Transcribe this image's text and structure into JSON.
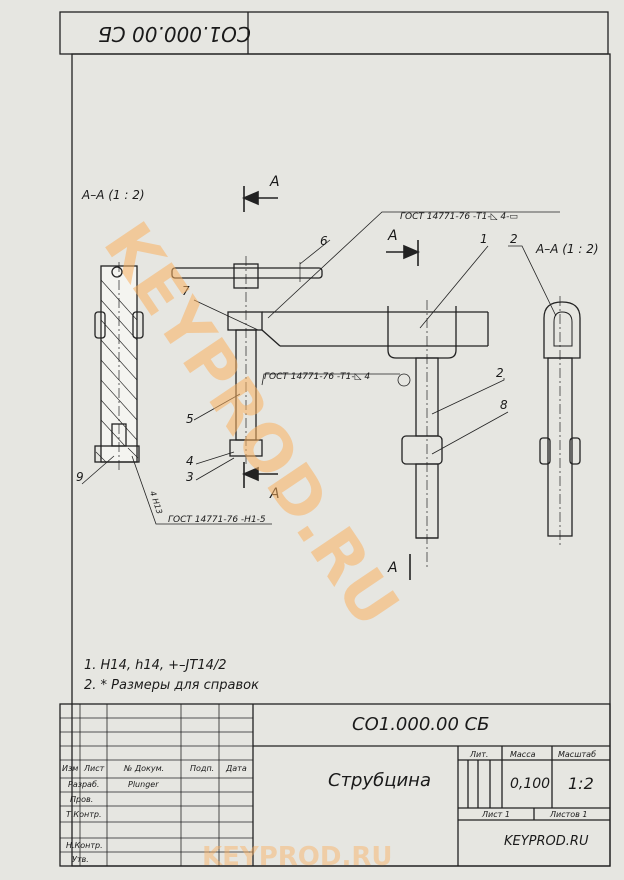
{
  "stamp_top": "СО1.000.00 СБ",
  "section_left": "А–А  (1 : 2)",
  "section_right": "А–А  (1 : 2)",
  "section_letter": "А",
  "weld_top": "ГОСТ 14771-76 -Т1-◺ 4-▭",
  "weld_mid": "ГОСТ 14771-76 -Т1-◺ 4",
  "weld_bottom": "ГОСТ 14771-76 -Н1-5",
  "weld_leg": "4 Н13",
  "leaders": [
    "1",
    "2",
    "2",
    "3",
    "4",
    "5",
    "6",
    "7",
    "8",
    "9"
  ],
  "notes": [
    "1. Н14, h14, +–JT14/2",
    "2. * Размеры для справок"
  ],
  "titleblock": {
    "designation": "СО1.000.00 СБ",
    "name": "Струбцина",
    "col_lit": "Лит.",
    "col_mass": "Масса",
    "col_scale": "Масштаб",
    "mass": "0,100",
    "scale": "1:2",
    "sheet": "Лист 1",
    "sheets": "Листов 1",
    "org": "KEYPROD.RU",
    "hdr": [
      "Изм",
      "Лист",
      "№ Докум.",
      "Подп.",
      "Дата"
    ],
    "roles": [
      "Разраб.",
      "Пров.",
      "Т.Контр.",
      "Н.Контр.",
      "Утв."
    ],
    "author": "Plunger"
  },
  "watermark_diag": "KEYPROD.RU",
  "watermark_bottom": "KEYPROD.RU"
}
